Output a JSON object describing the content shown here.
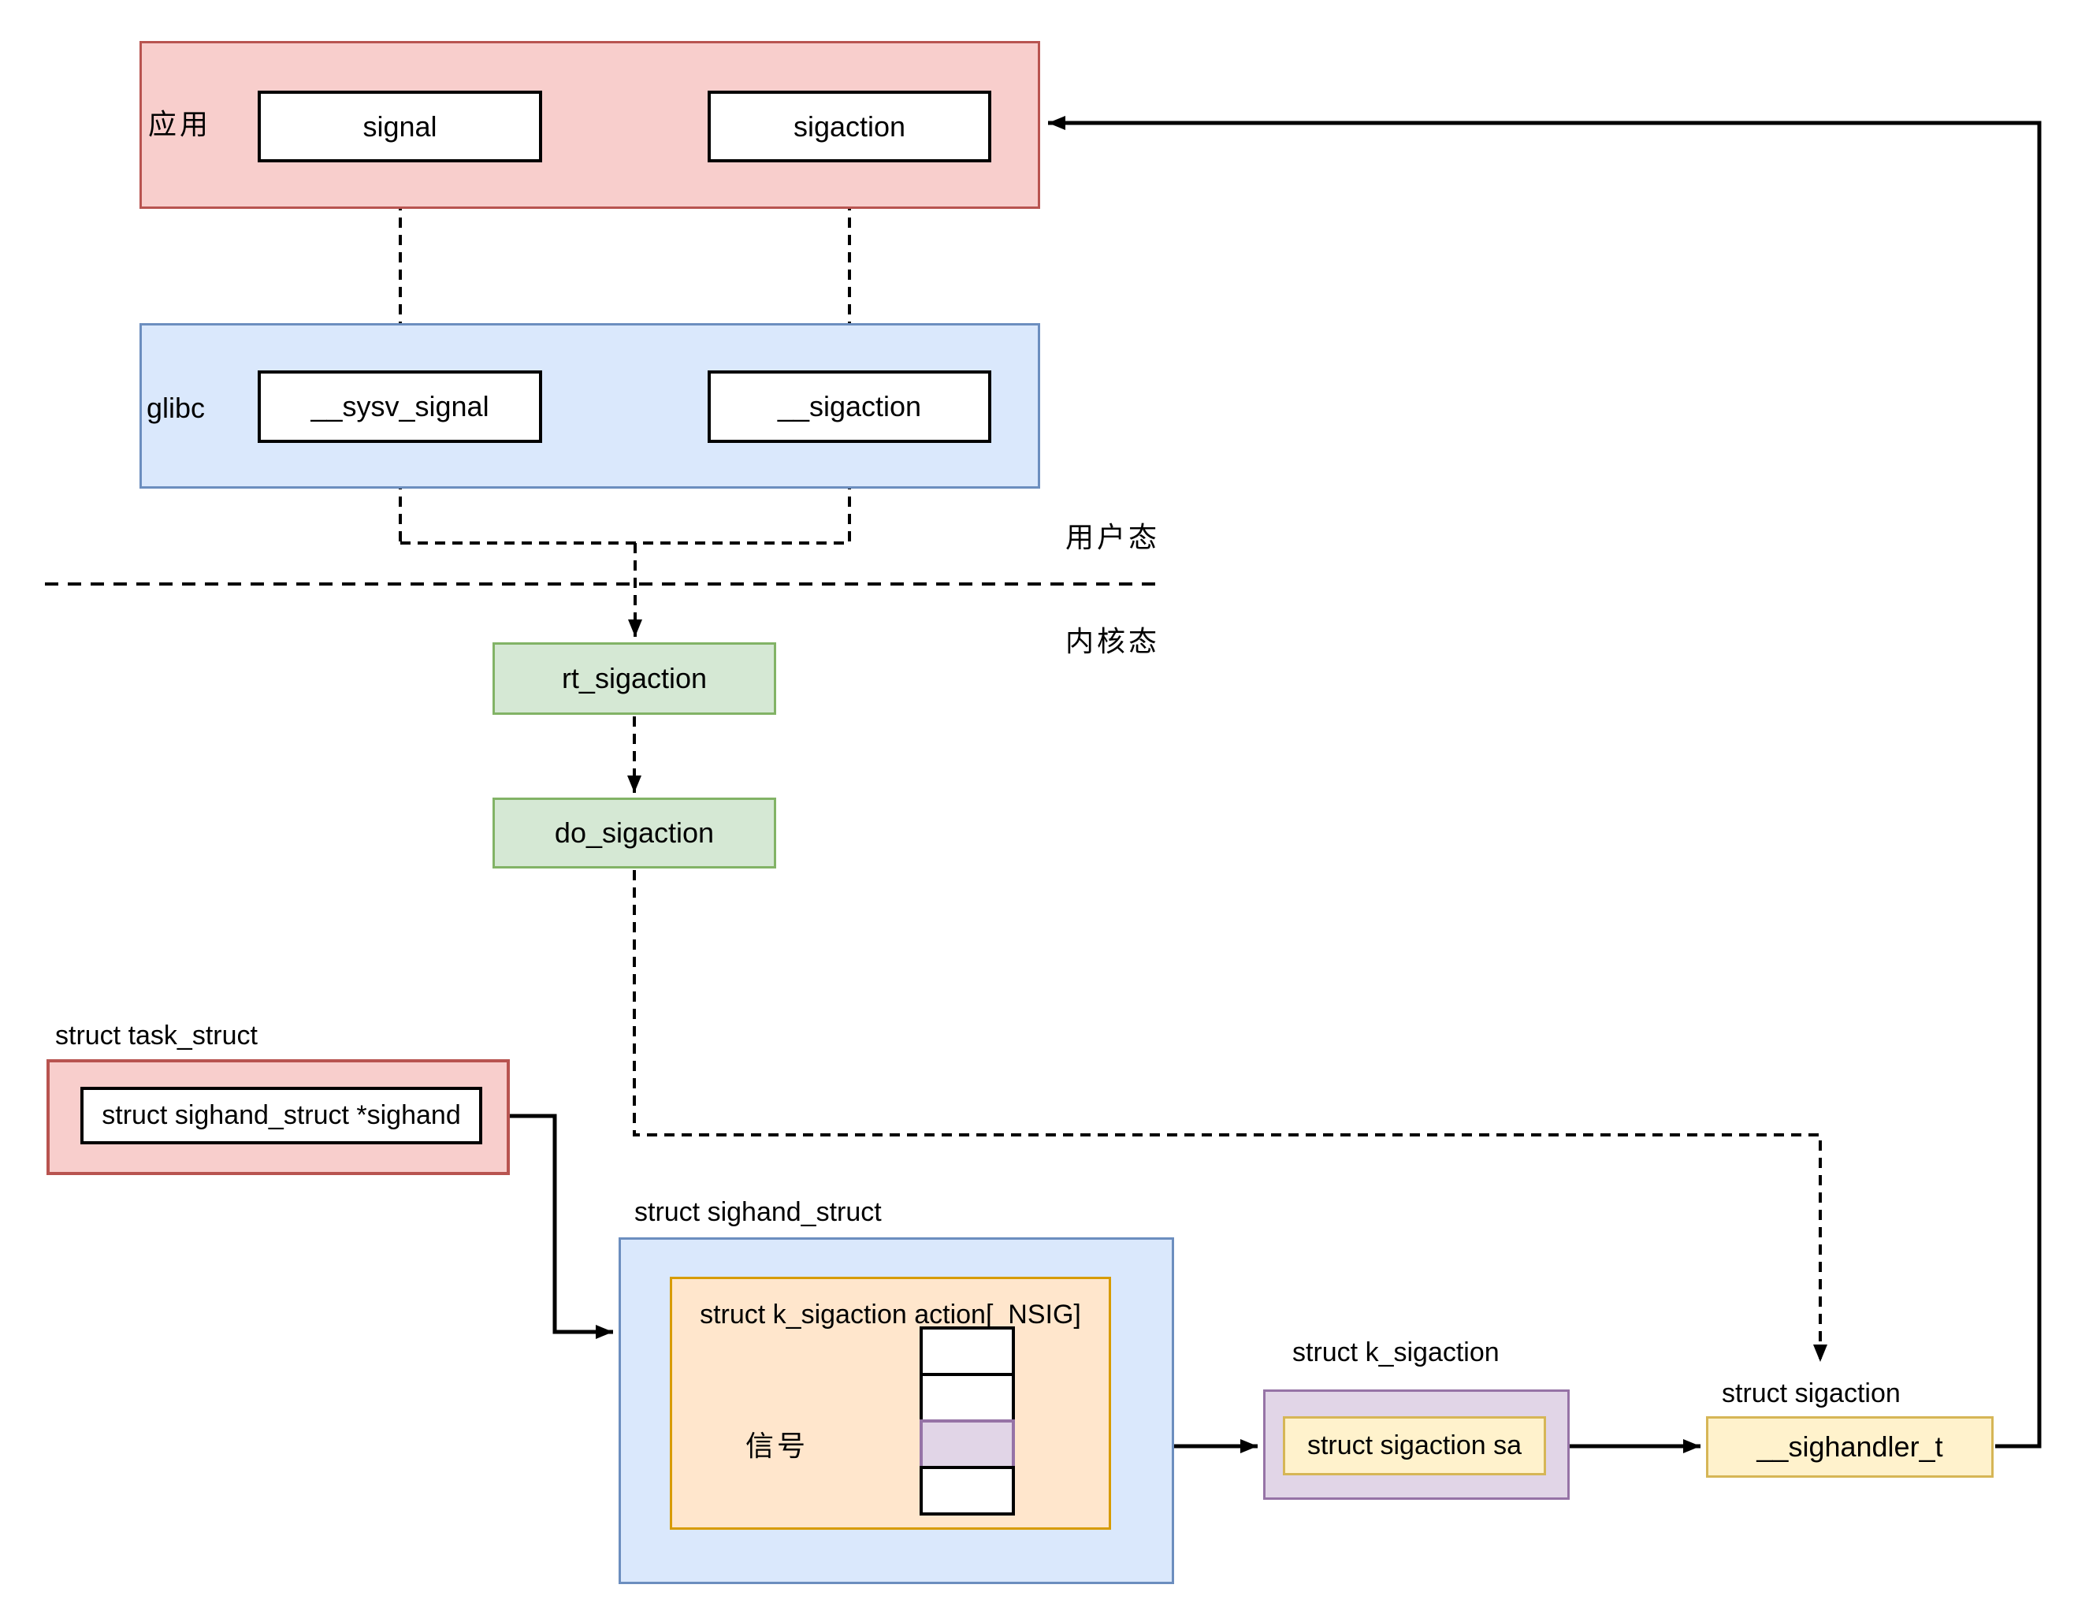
{
  "app_layer": {
    "label": "应用",
    "items": [
      {
        "label": "signal"
      },
      {
        "label": "sigaction"
      }
    ]
  },
  "glibc_layer": {
    "label": "glibc",
    "items": [
      {
        "label": "__sysv_signal"
      },
      {
        "label": "__sigaction"
      }
    ]
  },
  "mode_labels": {
    "user": "用户态",
    "kernel": "内核态"
  },
  "kernel_calls": [
    {
      "label": "rt_sigaction"
    },
    {
      "label": "do_sigaction"
    }
  ],
  "task_struct": {
    "title": "struct task_struct",
    "field": "struct sighand_struct *sighand"
  },
  "sighand_struct": {
    "title": "struct sighand_struct",
    "array_title": "struct k_sigaction action[_NSIG]",
    "signal_pointer_label": "信号",
    "array_cell_count": 4,
    "highlighted_cell_index": 2
  },
  "k_sigaction": {
    "title": "struct k_sigaction",
    "field": "struct sigaction sa"
  },
  "sigaction_struct": {
    "title": "struct sigaction",
    "field": "__sighandler_t"
  },
  "colors": {
    "app-fill": "#f8cecc",
    "app-stroke": "#b85450",
    "glibc-fill": "#dae8fc",
    "glibc-stroke": "#6c8ebf",
    "kernel-fill": "#d5e8d4",
    "kernel-stroke": "#82b366",
    "array-fill": "#ffe6cc",
    "array-stroke": "#d79b00",
    "ksig-fill": "#e1d5e7",
    "ksig-stroke": "#9673a6",
    "sigaction-fill": "#fff2cc",
    "sigaction-stroke": "#d6b656",
    "line": "#000000"
  }
}
